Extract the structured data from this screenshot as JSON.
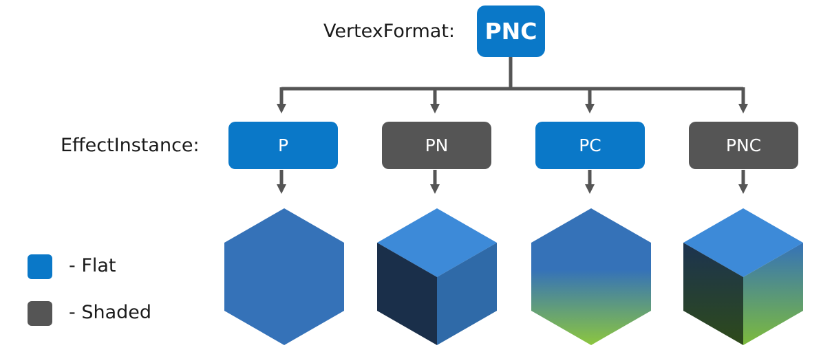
{
  "colors": {
    "flat": "#0a78c8",
    "shaded": "#555555",
    "connector": "#555555"
  },
  "vertex_format": {
    "label": "VertexFormat:",
    "value": "PNC",
    "mode": "flat"
  },
  "effect_instance": {
    "label": "EffectInstance:",
    "items": [
      {
        "label": "P",
        "mode": "flat",
        "preview": "flat hexagon"
      },
      {
        "label": "PN",
        "mode": "shaded",
        "preview": "lit cube"
      },
      {
        "label": "PC",
        "mode": "flat",
        "preview": "vertex-colored hexagon"
      },
      {
        "label": "PNC",
        "mode": "shaded",
        "preview": "lit vertex-colored cube"
      }
    ]
  },
  "legend": [
    {
      "label": "- Flat",
      "mode": "flat"
    },
    {
      "label": "- Shaded",
      "mode": "shaded"
    }
  ]
}
